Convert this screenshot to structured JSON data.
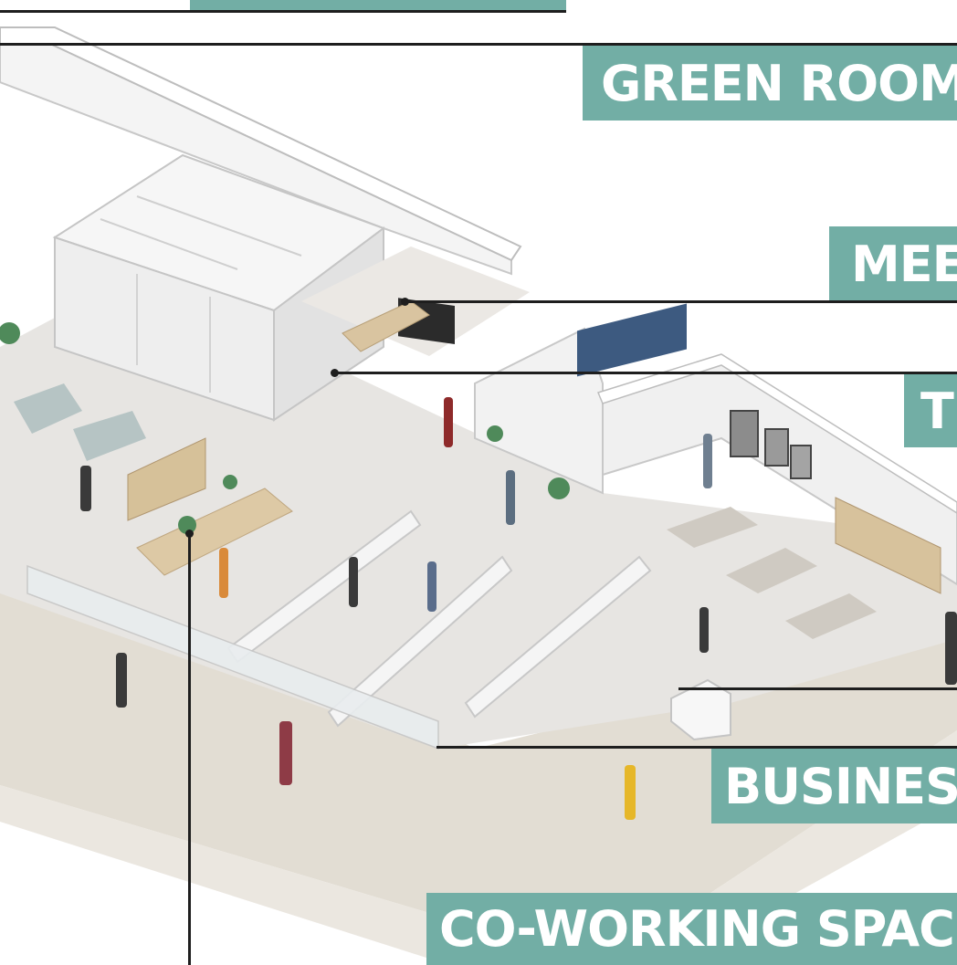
{
  "colors": {
    "label_bg": "#72aea5",
    "label_text": "#ffffff",
    "leader": "#1e1e1e",
    "floor": "#dcd6cc",
    "wall": "#f2f2f2",
    "wall_shadow": "#cfcfcf",
    "wood": "#d9c4a0"
  },
  "labels": {
    "top_partial": "",
    "green_room": "GREEN ROOM",
    "meeting": "MEE",
    "t_label": "T",
    "business": "BUSINES",
    "coworking": "CO-WORKING SPAC"
  }
}
